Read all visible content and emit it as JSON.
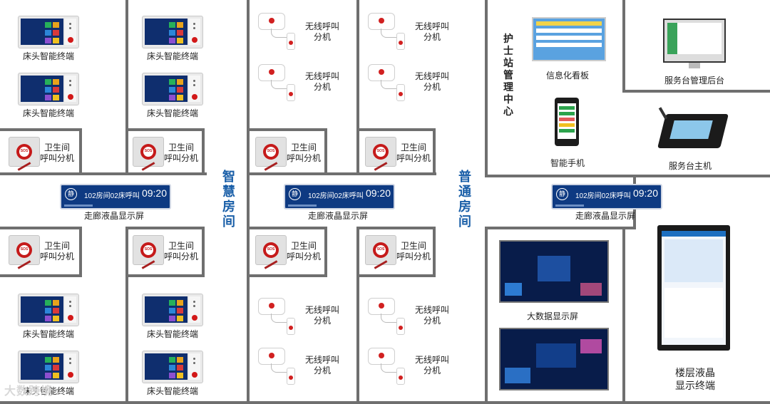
{
  "labels": {
    "bedside_terminal": "床头智能终端",
    "bathroom_call_line1": "卫生间",
    "bathroom_call_line2": "呼叫分机",
    "wireless_call_line1": "无线呼叫",
    "wireless_call_line2": "分机",
    "corridor_display": "走廊液晶显示屏",
    "smart_room": [
      "智",
      "慧",
      "房",
      "间"
    ],
    "normal_room": [
      "普",
      "通",
      "房",
      "间"
    ],
    "nurse_station": [
      "护",
      "士",
      "站",
      "管",
      "理",
      "中",
      "心"
    ],
    "info_board": "信息化看板",
    "service_backend": "服务台管理后台",
    "smart_phone": "智能手机",
    "service_host": "服务台主机",
    "big_data_screen": "大数据显示屏",
    "floor_display_line1": "楼层液晶",
    "floor_display_line2": "显示终端"
  },
  "corridor": {
    "icon": "静",
    "message": "102房间02床呼叫",
    "time": "09:20"
  },
  "sos_text": "SOS",
  "watermark": "大数跨境",
  "colors": {
    "accent_blue": "#1a5fa8",
    "wall": "#6f6f6f",
    "alert_red": "#c51a1a"
  }
}
